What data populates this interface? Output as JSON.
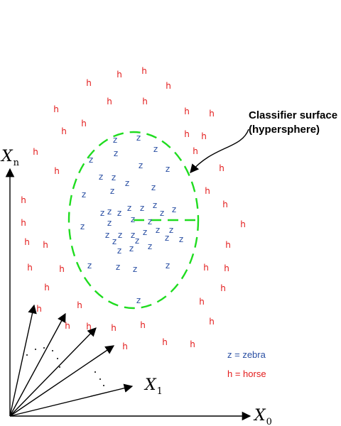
{
  "callout": {
    "line1": "Classifier surface",
    "line2": "(hypersphere)"
  },
  "axes": {
    "xn_main": "X",
    "xn_sub": "n",
    "x1_main": "X",
    "x1_sub": "1",
    "x0_main": "X",
    "x0_sub": "0"
  },
  "legend": {
    "zebra": "z = zebra",
    "horse": "h = horse"
  },
  "marks": {
    "horse_letter": "h",
    "zebra_letter": "z"
  },
  "colors": {
    "horse": "#e31b1b",
    "zebra": "#2a4fa3",
    "surface": "#1fdc1f"
  }
}
